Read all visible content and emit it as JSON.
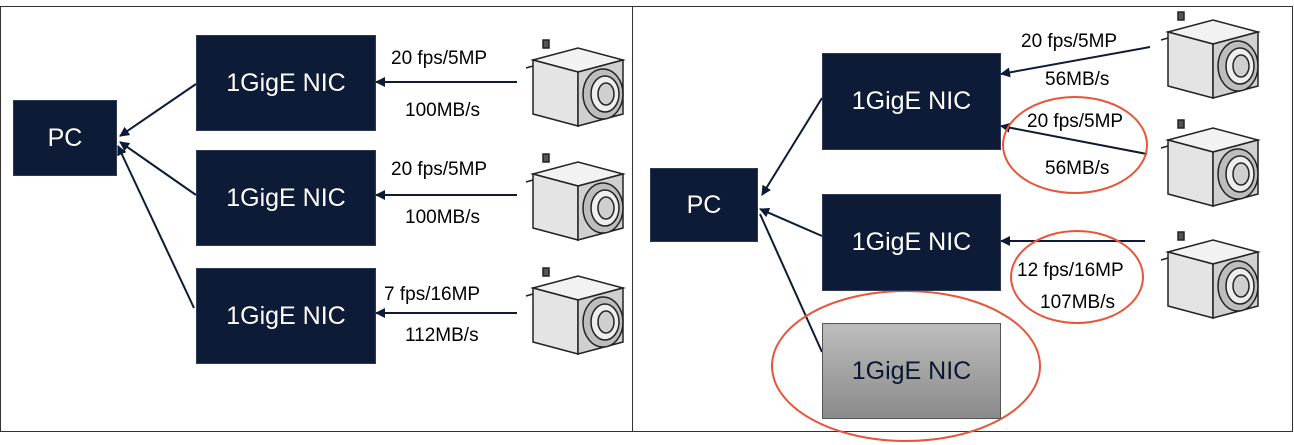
{
  "pc_label": "PC",
  "nic_label": "1GigE NIC",
  "left": {
    "links": [
      {
        "rate": "20 fps/5MP",
        "bandwidth": "100MB/s"
      },
      {
        "rate": "20 fps/5MP",
        "bandwidth": "100MB/s"
      },
      {
        "rate": "7 fps/16MP",
        "bandwidth": "112MB/s"
      }
    ]
  },
  "right": {
    "links": [
      {
        "rate": "20 fps/5MP",
        "bandwidth": "56MB/s"
      },
      {
        "rate": "20 fps/5MP",
        "bandwidth": "56MB/s"
      },
      {
        "rate": "12 fps/16MP",
        "bandwidth": "107MB/s"
      }
    ]
  },
  "colors": {
    "nic_fill": "#0d1b36",
    "unused_nic_fill": "#9e9e9e",
    "highlight_ring": "#e8553a",
    "arrow": "#0d1b36"
  }
}
